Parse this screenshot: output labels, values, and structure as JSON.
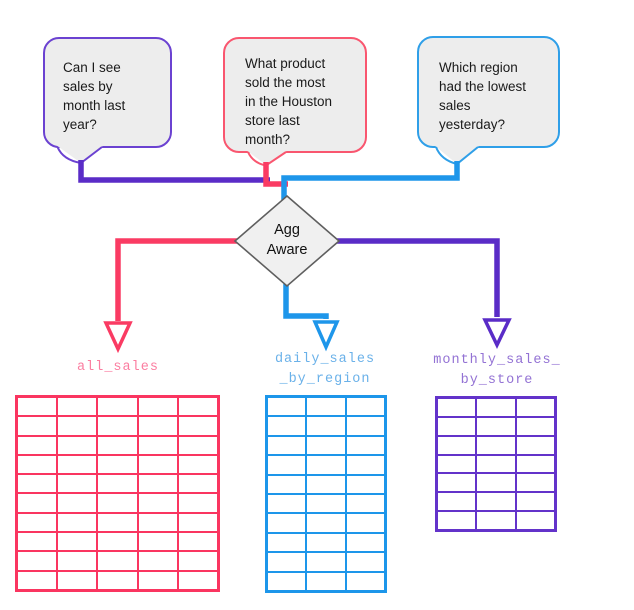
{
  "bubbles": [
    {
      "text": "Can I see\nsales by\nmonth last\nyear?",
      "border_color": "#6b42d1"
    },
    {
      "text": "What product\nsold the most\nin the Houston\nstore last\nmonth?",
      "border_color": "#f9566f"
    },
    {
      "text": "Which region\nhad the lowest\nsales\nyesterday?",
      "border_color": "#2f9fe8"
    }
  ],
  "diamond": {
    "label": "Agg\nAware",
    "fill": "#f0f0f0",
    "stroke": "#5f5f5f"
  },
  "tables": [
    {
      "label": "all_sales",
      "columns": 5,
      "rows": 10,
      "color": "#fa3560",
      "label_color": "#fb7da0"
    },
    {
      "label": "daily_sales\n_by_region",
      "columns": 3,
      "rows": 10,
      "color": "#1d96ea",
      "label_color": "#6ab1e9"
    },
    {
      "label": "monthly_sales_\nby_store",
      "columns": 3,
      "rows": 7,
      "color": "#6333ca",
      "label_color": "#9372d4"
    }
  ],
  "colors": {
    "purple": "#5a2cc7",
    "pink": "#fa3b63",
    "blue": "#1e96ea",
    "bubble_fill": "#ededed",
    "white": "#ffffff"
  }
}
